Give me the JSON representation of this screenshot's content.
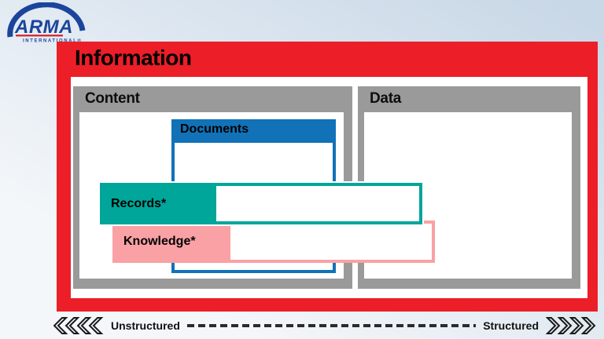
{
  "logo": {
    "brand": "ARMA",
    "subtitle": "INTERNATIONAL®"
  },
  "slide": {
    "title": "Information"
  },
  "boxes": {
    "content": {
      "label": "Content"
    },
    "data": {
      "label": "Data"
    },
    "documents": {
      "label": "Documents"
    },
    "records": {
      "label": "Records*"
    },
    "knowledge": {
      "label": "Knowledge*"
    }
  },
  "axis": {
    "left_label": "Unstructured",
    "right_label": "Structured"
  },
  "colors": {
    "red": "#EC1E27",
    "gray": "#9A9A9A",
    "blue": "#1172B8",
    "teal": "#00A69A",
    "pink": "#F9A1A4",
    "ink": "#1A1A1A",
    "logo_blue": "#1B459C",
    "logo_red": "#D12026",
    "bg_from": "#F4F7FA",
    "bg_to": "#C9D8E7"
  }
}
